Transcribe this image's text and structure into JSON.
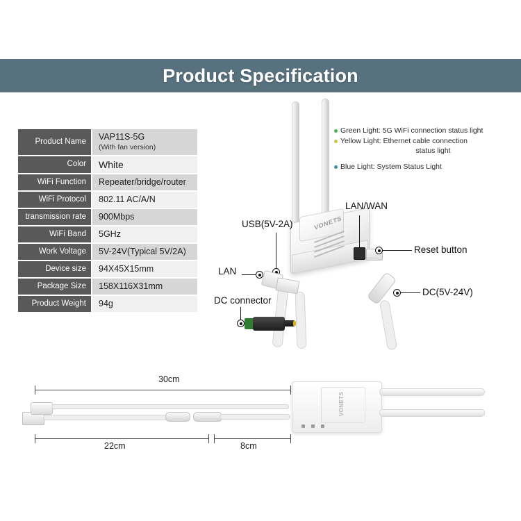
{
  "header": {
    "title": "Product Specification",
    "band_color": "#58717f"
  },
  "spec_table": {
    "rows": [
      {
        "label": "Product Name",
        "value": "VAP11S-5G",
        "sub": "(With fan version)"
      },
      {
        "label": "Color",
        "value": "White",
        "sub": ""
      },
      {
        "label": "WiFi Function",
        "value": "Repeater/bridge/router",
        "sub": ""
      },
      {
        "label": "WiFi Protocol",
        "value": "802.11 AC/A/N",
        "sub": ""
      },
      {
        "label": "transmission rate",
        "value": "900Mbps",
        "sub": ""
      },
      {
        "label": "WiFi Band",
        "value": "5GHz",
        "sub": ""
      },
      {
        "label": "Work Voltage",
        "value": "5V-24V(Typical 5V/2A)",
        "sub": ""
      },
      {
        "label": "Device size",
        "value": "94X45X15mm",
        "sub": ""
      },
      {
        "label": "Package Size",
        "value": "158X116X31mm",
        "sub": ""
      },
      {
        "label": "Product Weight",
        "value": "94g",
        "sub": ""
      }
    ]
  },
  "led_legend": {
    "items": [
      {
        "color": "#4caf50",
        "text": "Green Light: 5G WiFi connection status light",
        "line2": ""
      },
      {
        "color": "#c9c832",
        "text": "Yellow Light: Ethernet cable connection",
        "line2": "status light"
      },
      {
        "color": "#3a8fa8",
        "text": "Blue Light: System Status Light",
        "line2": ""
      }
    ]
  },
  "diagram_top": {
    "callouts": {
      "lan_wan": "LAN/WAN",
      "usb": "USB(5V-2A)",
      "lan": "LAN",
      "dc_connector": "DC connector",
      "reset_button": "Reset button",
      "dc_power": "DC(5V-24V)"
    },
    "device_logo": "VONETS"
  },
  "diagram_bottom": {
    "dimensions": {
      "total": "30cm",
      "segment_left": "22cm",
      "segment_right": "8cm"
    },
    "device_logo": "VONETS"
  }
}
